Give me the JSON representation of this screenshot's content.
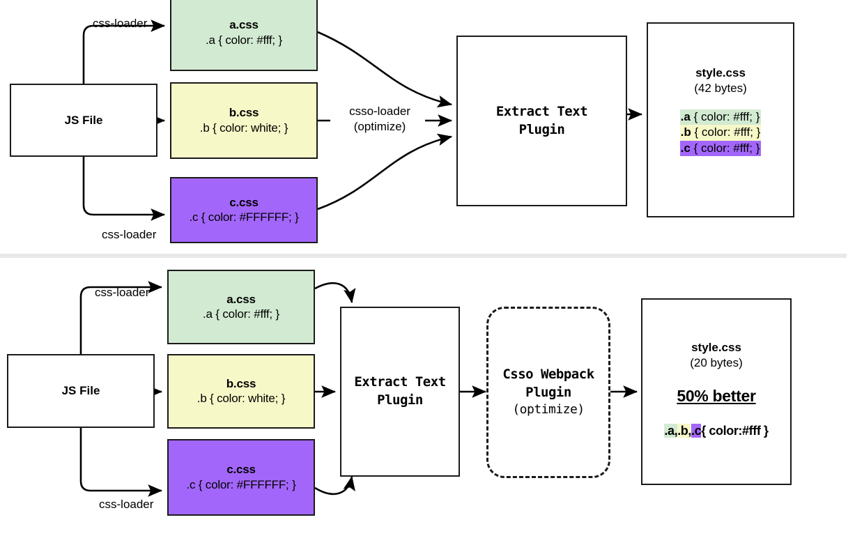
{
  "diagram": {
    "title_semantic": "webpack-css-optimization-comparison",
    "colors": {
      "green": "#d2ead2",
      "yellow": "#f7f8c8",
      "purple": "#a366fa",
      "stroke": "#1a1a1a",
      "divider": "#e8e8e8",
      "white": "#ffffff"
    },
    "top": {
      "source": {
        "label": "JS File"
      },
      "loaders": [
        {
          "label": "css-loader"
        },
        {
          "label": "css-loader"
        }
      ],
      "files": [
        {
          "name": "a.css",
          "rule": ".a {  color: #fff; }",
          "color": "green"
        },
        {
          "name": "b.css",
          "rule": ".b {  color: white; }",
          "color": "yellow"
        },
        {
          "name": "c.css",
          "rule": ".c { color: #FFFFFF; }",
          "color": "purple"
        }
      ],
      "middle_edge": {
        "line1": "csso-loader",
        "line2": "(optimize)"
      },
      "plugin": {
        "line1": "Extract Text",
        "line2": "Plugin"
      },
      "result": {
        "title": "style.css",
        "size": "(42 bytes)",
        "lines": [
          {
            "selector": ".a",
            "body": " {  color: #fff; }",
            "color": "green"
          },
          {
            "selector": ".b",
            "body": " {  color: #fff; }",
            "color": "yellow"
          },
          {
            "selector": ".c",
            "body": " {  color: #fff; }",
            "color": "purple"
          }
        ]
      }
    },
    "bottom": {
      "source": {
        "label": "JS File"
      },
      "loaders": [
        {
          "label": "css-loader"
        },
        {
          "label": "css-loader"
        }
      ],
      "files": [
        {
          "name": "a.css",
          "rule": ".a {  color: #fff; }",
          "color": "green"
        },
        {
          "name": "b.css",
          "rule": ".b {  color: white; }",
          "color": "yellow"
        },
        {
          "name": "c.css",
          "rule": ".c { color: #FFFFFF; }",
          "color": "purple"
        }
      ],
      "plugin": {
        "line1": "Extract Text",
        "line2": "Plugin"
      },
      "optimizer": {
        "line1": "Csso Webpack",
        "line2": "Plugin",
        "line3": "(optimize)"
      },
      "result": {
        "title": "style.css",
        "size": "(20 bytes)",
        "highlight": "50% better",
        "one_line": {
          "sel_a": ".a,",
          "sel_b": ".b,",
          "sel_c": ".c",
          "body": "{ color:#fff }"
        }
      }
    }
  }
}
